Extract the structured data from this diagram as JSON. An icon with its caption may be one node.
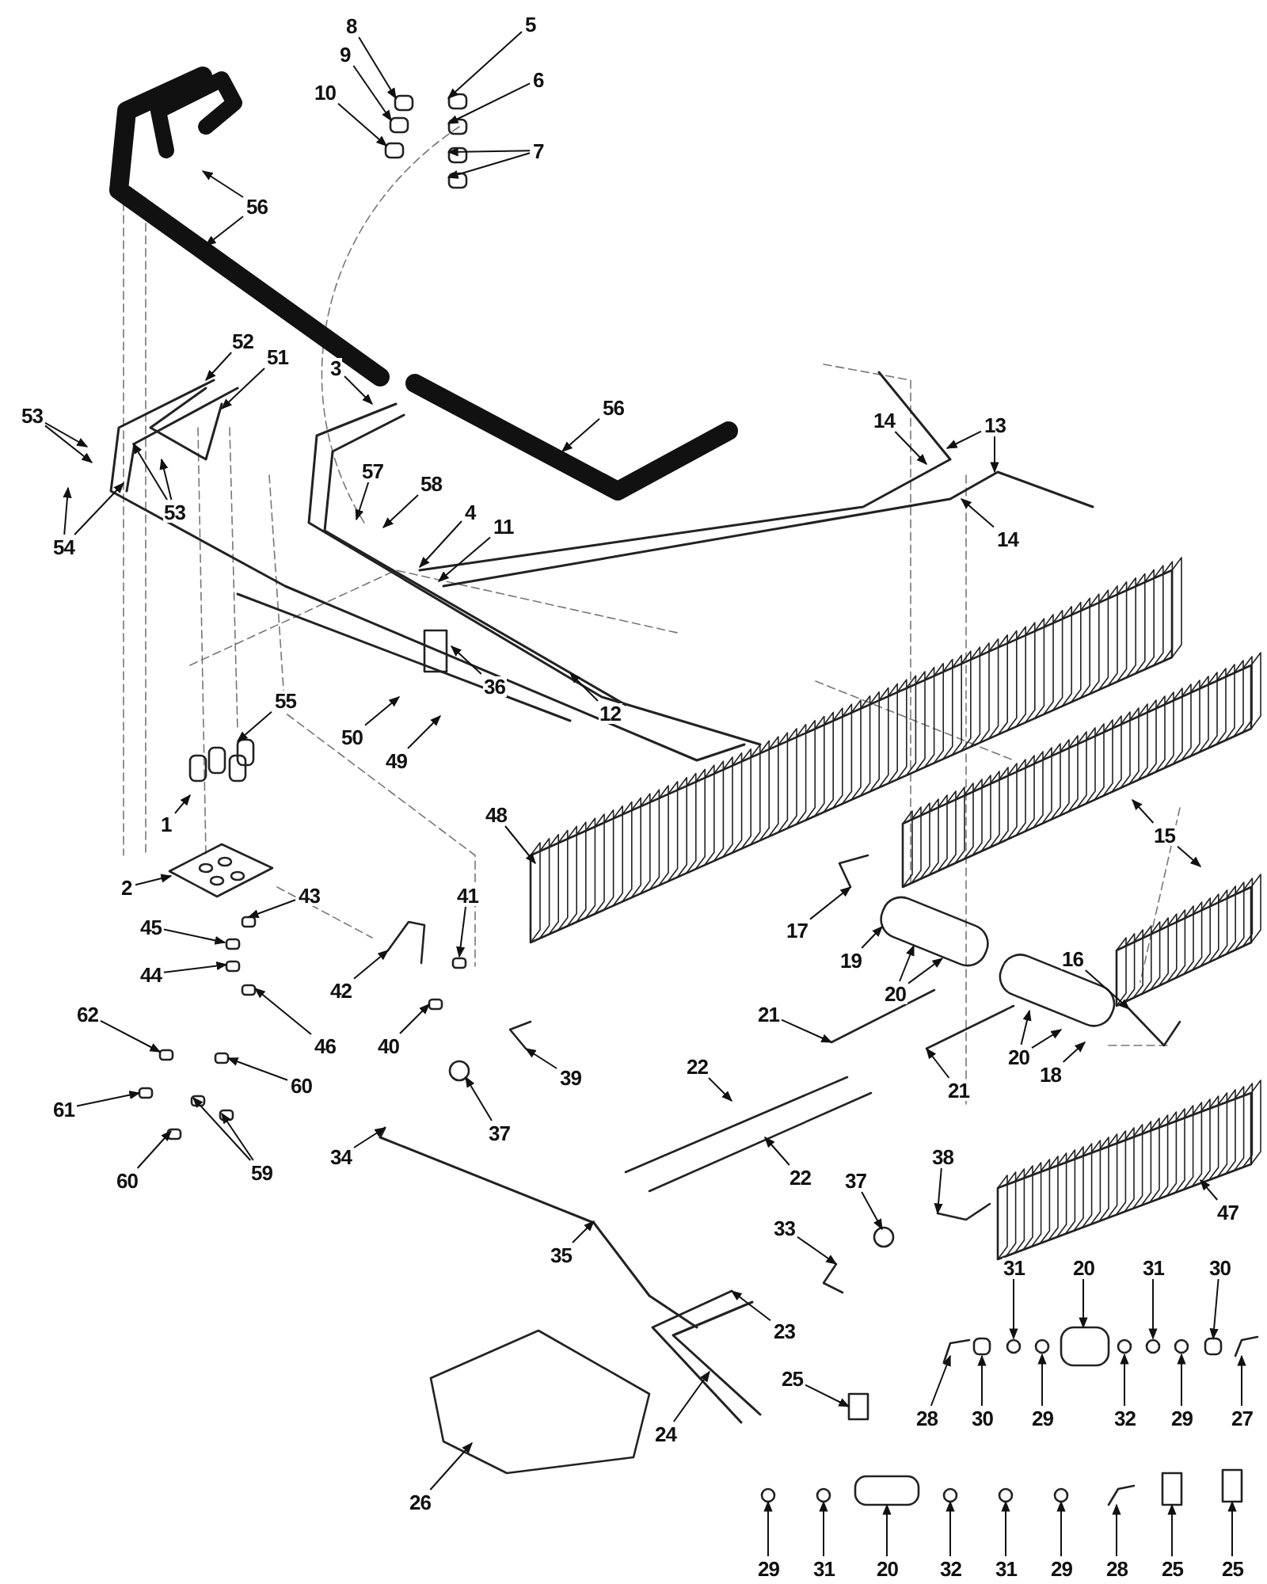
{
  "diagram": {
    "nodes": [
      {
        "text": [
          "8"
        ]
      },
      {
        "text": [
          "5"
        ]
      },
      {
        "text": [
          "9"
        ]
      },
      {
        "text": [
          "6"
        ]
      },
      {
        "text": [
          "10"
        ]
      },
      {
        "text": [
          "7"
        ]
      },
      {
        "text": [
          "56"
        ]
      },
      {
        "text": [
          "52"
        ]
      },
      {
        "text": [
          "51"
        ]
      },
      {
        "text": [
          "3"
        ]
      },
      {
        "text": [
          "56"
        ]
      },
      {
        "text": [
          "53"
        ]
      },
      {
        "text": [
          "14"
        ]
      },
      {
        "text": [
          "13"
        ]
      },
      {
        "text": [
          "57"
        ]
      },
      {
        "text": [
          "58"
        ]
      },
      {
        "text": [
          "53"
        ]
      },
      {
        "text": [
          "4"
        ]
      },
      {
        "text": [
          "11"
        ]
      },
      {
        "text": [
          "14"
        ]
      },
      {
        "text": [
          "54"
        ]
      },
      {
        "text": [
          "12"
        ]
      },
      {
        "text": [
          "36"
        ]
      },
      {
        "text": [
          "55"
        ]
      },
      {
        "text": [
          "50"
        ]
      },
      {
        "text": [
          "49"
        ]
      },
      {
        "text": [
          "1"
        ]
      },
      {
        "text": [
          "48"
        ]
      },
      {
        "text": [
          "15"
        ]
      },
      {
        "text": [
          "2"
        ]
      },
      {
        "text": [
          "41"
        ]
      },
      {
        "text": [
          "17"
        ]
      },
      {
        "text": [
          "43"
        ]
      },
      {
        "text": [
          "19"
        ]
      },
      {
        "text": [
          "16"
        ]
      },
      {
        "text": [
          "45"
        ]
      },
      {
        "text": [
          "42"
        ]
      },
      {
        "text": [
          "20"
        ]
      },
      {
        "text": [
          "21"
        ]
      },
      {
        "text": [
          "62"
        ]
      },
      {
        "text": [
          "44"
        ]
      },
      {
        "text": [
          "60"
        ]
      },
      {
        "text": [
          "61"
        ]
      },
      {
        "text": [
          "46"
        ]
      },
      {
        "text": [
          "40"
        ]
      },
      {
        "text": [
          "20"
        ]
      },
      {
        "text": [
          "39"
        ]
      },
      {
        "text": [
          "22"
        ]
      },
      {
        "text": [
          "18"
        ]
      },
      {
        "text": [
          "37"
        ]
      },
      {
        "text": [
          "21"
        ]
      },
      {
        "text": [
          "59"
        ]
      },
      {
        "text": [
          "60"
        ]
      },
      {
        "text": [
          "34"
        ]
      },
      {
        "text": [
          "22"
        ]
      },
      {
        "text": [
          "38"
        ]
      },
      {
        "text": [
          "37"
        ]
      },
      {
        "text": [
          "47"
        ]
      },
      {
        "text": [
          "35"
        ]
      },
      {
        "text": [
          "33"
        ]
      },
      {
        "text": [
          "29"
        ]
      },
      {
        "text": [
          "20"
        ]
      },
      {
        "text": [
          "23"
        ]
      },
      {
        "text": [
          "29"
        ]
      },
      {
        "text": [
          "25"
        ]
      },
      {
        "text": [
          "28"
        ]
      },
      {
        "text": [
          "30"
        ]
      },
      {
        "text": [
          "27"
        ]
      },
      {
        "text": [
          "31"
        ]
      },
      {
        "text": [
          "32"
        ]
      },
      {
        "text": [
          "29"
        ]
      },
      {
        "text": [
          "31"
        ]
      },
      {
        "text": [
          "24"
        ]
      },
      {
        "text": [
          "25"
        ]
      },
      {
        "text": [
          "30"
        ]
      },
      {
        "text": [
          "31"
        ]
      },
      {
        "text": [
          "20"
        ]
      },
      {
        "text": [
          "32"
        ]
      },
      {
        "text": [
          "31"
        ]
      },
      {
        "text": [
          "26"
        ]
      },
      {
        "text": [
          "29"
        ]
      },
      {
        "text": [
          "28"
        ]
      },
      {
        "text": [
          "25"
        ]
      }
    ],
    "edges": [
      {
        "from": 0,
        "to": null,
        "arrow": "to"
      },
      {
        "from": 1,
        "to": null,
        "arrow": "to"
      },
      {
        "from": 2,
        "to": null,
        "arrow": "to"
      },
      {
        "from": 3,
        "to": null,
        "arrow": "to"
      },
      {
        "from": 4,
        "to": null,
        "arrow": "to"
      },
      {
        "from": 5,
        "to": null,
        "arrow": "to"
      },
      {
        "from": 5,
        "to": null,
        "arrow": "to"
      },
      {
        "from": 6,
        "to": null,
        "arrow": "to"
      },
      {
        "from": 6,
        "to": null,
        "arrow": "to"
      },
      {
        "from": 7,
        "to": null,
        "arrow": "to"
      },
      {
        "from": 8,
        "to": null,
        "arrow": "to"
      },
      {
        "from": 9,
        "to": null,
        "arrow": "to"
      },
      {
        "from": 10,
        "to": null,
        "arrow": "to"
      },
      {
        "from": 11,
        "to": null,
        "arrow": "to"
      },
      {
        "from": 11,
        "to": null,
        "arrow": "to"
      },
      {
        "from": 12,
        "to": null,
        "arrow": "to"
      },
      {
        "from": 13,
        "to": null,
        "arrow": "to"
      },
      {
        "from": 13,
        "to": null,
        "arrow": "to"
      },
      {
        "from": 14,
        "to": null,
        "arrow": "to"
      },
      {
        "from": 15,
        "to": null,
        "arrow": "to"
      },
      {
        "from": 16,
        "to": null,
        "arrow": "to"
      },
      {
        "from": 16,
        "to": null,
        "arrow": "to"
      },
      {
        "from": 17,
        "to": null,
        "arrow": "to"
      },
      {
        "from": 18,
        "to": null,
        "arrow": "to"
      },
      {
        "from": 19,
        "to": null,
        "arrow": "to"
      },
      {
        "from": 20,
        "to": null,
        "arrow": "to"
      },
      {
        "from": 20,
        "to": null,
        "arrow": "to"
      },
      {
        "from": 21,
        "to": null,
        "arrow": "to"
      },
      {
        "from": 22,
        "to": null,
        "arrow": "to"
      },
      {
        "from": 23,
        "to": null,
        "arrow": "to"
      },
      {
        "from": 24,
        "to": null,
        "arrow": "to"
      },
      {
        "from": 25,
        "to": null,
        "arrow": "to"
      },
      {
        "from": 26,
        "to": null,
        "arrow": "to"
      },
      {
        "from": 27,
        "to": null,
        "arrow": "to"
      },
      {
        "from": 28,
        "to": null,
        "arrow": "to"
      },
      {
        "from": 28,
        "to": null,
        "arrow": "to"
      },
      {
        "from": 29,
        "to": null,
        "arrow": "to"
      },
      {
        "from": 30,
        "to": null,
        "arrow": "to"
      },
      {
        "from": 31,
        "to": null,
        "arrow": "to"
      },
      {
        "from": 32,
        "to": null,
        "arrow": "to"
      },
      {
        "from": 33,
        "to": null,
        "arrow": "to"
      },
      {
        "from": 34,
        "to": null,
        "arrow": "to"
      },
      {
        "from": 35,
        "to": null,
        "arrow": "to"
      },
      {
        "from": 36,
        "to": null,
        "arrow": "to"
      },
      {
        "from": 37,
        "to": null,
        "arrow": "to"
      },
      {
        "from": 37,
        "to": null,
        "arrow": "to"
      },
      {
        "from": 38,
        "to": null,
        "arrow": "to"
      },
      {
        "from": 39,
        "to": null,
        "arrow": "to"
      },
      {
        "from": 40,
        "to": null,
        "arrow": "to"
      },
      {
        "from": 41,
        "to": null,
        "arrow": "to"
      },
      {
        "from": 42,
        "to": null,
        "arrow": "to"
      },
      {
        "from": 43,
        "to": null,
        "arrow": "to"
      },
      {
        "from": 44,
        "to": null,
        "arrow": "to"
      },
      {
        "from": 45,
        "to": null,
        "arrow": "to"
      },
      {
        "from": 45,
        "to": null,
        "arrow": "to"
      },
      {
        "from": 46,
        "to": null,
        "arrow": "to"
      },
      {
        "from": 47,
        "to": null,
        "arrow": "to"
      },
      {
        "from": 48,
        "to": null,
        "arrow": "to"
      },
      {
        "from": 49,
        "to": null,
        "arrow": "to"
      },
      {
        "from": 50,
        "to": null,
        "arrow": "to"
      },
      {
        "from": 51,
        "to": null,
        "arrow": "to"
      },
      {
        "from": 51,
        "to": null,
        "arrow": "to"
      },
      {
        "from": 52,
        "to": null,
        "arrow": "to"
      },
      {
        "from": 53,
        "to": null,
        "arrow": "to"
      },
      {
        "from": 54,
        "to": null,
        "arrow": "to"
      },
      {
        "from": 55,
        "to": null,
        "arrow": "to"
      },
      {
        "from": 56,
        "to": null,
        "arrow": "to"
      },
      {
        "from": 57,
        "to": null,
        "arrow": "to"
      },
      {
        "from": 58,
        "to": null,
        "arrow": "to"
      },
      {
        "from": 59,
        "to": null,
        "arrow": "to"
      },
      {
        "from": 60,
        "to": null,
        "arrow": "to"
      },
      {
        "from": 61,
        "to": null,
        "arrow": "to"
      },
      {
        "from": 62,
        "to": null,
        "arrow": "to"
      },
      {
        "from": 63,
        "to": null,
        "arrow": "to"
      },
      {
        "from": 64,
        "to": null,
        "arrow": "to"
      },
      {
        "from": 65,
        "to": null,
        "arrow": "to"
      },
      {
        "from": 66,
        "to": null,
        "arrow": "to"
      },
      {
        "from": 67,
        "to": null,
        "arrow": "to"
      },
      {
        "from": 68,
        "to": null,
        "arrow": "to"
      },
      {
        "from": 69,
        "to": null,
        "arrow": "to"
      },
      {
        "from": 70,
        "to": null,
        "arrow": "to"
      },
      {
        "from": 71,
        "to": null,
        "arrow": "to"
      },
      {
        "from": 72,
        "to": null,
        "arrow": "to"
      },
      {
        "from": 73,
        "to": null,
        "arrow": "to"
      },
      {
        "from": 74,
        "to": null,
        "arrow": "to"
      },
      {
        "from": 75,
        "to": null,
        "arrow": "to"
      },
      {
        "from": 76,
        "to": null,
        "arrow": "to"
      },
      {
        "from": 77,
        "to": null,
        "arrow": "to"
      },
      {
        "from": 78,
        "to": null,
        "arrow": "to"
      },
      {
        "from": 79,
        "to": null,
        "arrow": "to"
      },
      {
        "from": 80,
        "to": null,
        "arrow": "to"
      },
      {
        "from": 81,
        "to": null,
        "arrow": "to"
      },
      {
        "from": 82,
        "to": null,
        "arrow": "to"
      }
    ]
  }
}
